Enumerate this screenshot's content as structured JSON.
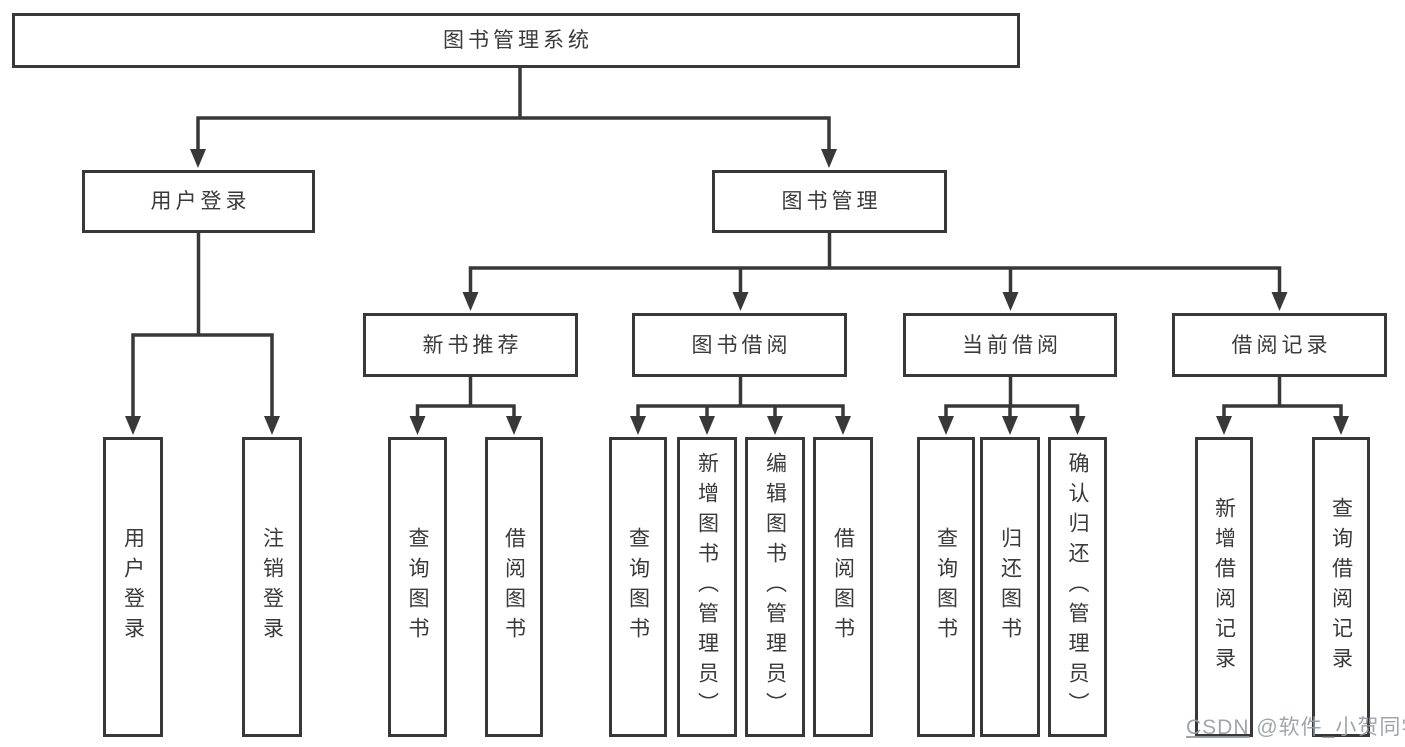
{
  "nodes": {
    "root": "图书管理系统",
    "user_login": "用户登录",
    "book_mgmt": "图书管理",
    "new_book_rec": "新书推荐",
    "book_borrow": "图书借阅",
    "current_borrow": "当前借阅",
    "borrow_records": "借阅记录",
    "leaf_user_login": "用户登录",
    "leaf_logout": "注销登录",
    "leaf_nb_query": "查询图书",
    "leaf_nb_borrow": "借阅图书",
    "leaf_bb_query": "查询图书",
    "leaf_bb_add": "新增图书（管理员）",
    "leaf_bb_edit": "编辑图书（管理员）",
    "leaf_bb_borrow": "借阅图书",
    "leaf_cb_query": "查询图书",
    "leaf_cb_return": "归还图书",
    "leaf_cb_confirm": "确认归还（管理员）",
    "leaf_br_add": "新增借阅记录",
    "leaf_br_query": "查询借阅记录"
  },
  "watermark": {
    "prefix": "CSDN",
    "suffix": " @软件_小贺同学"
  },
  "colors": {
    "line": "#383838",
    "text": "#3a3a3a",
    "box_background": "#ffffff",
    "page_background": "#ffffff",
    "watermark": "#989ea6"
  }
}
